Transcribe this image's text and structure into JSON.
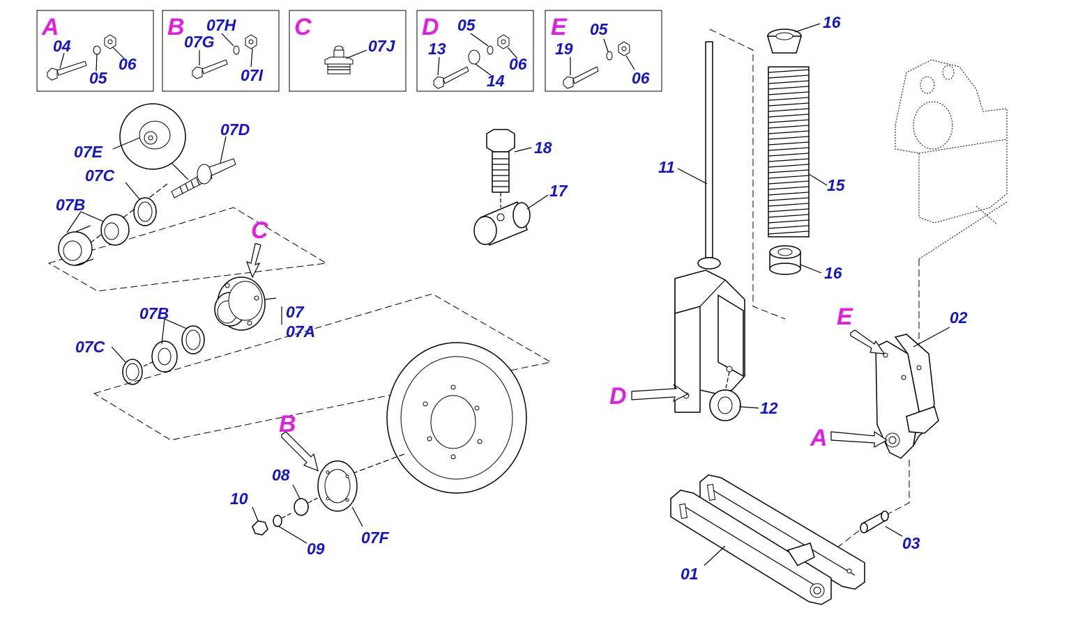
{
  "detail_boxes": [
    {
      "letter": "A",
      "parts": [
        "04",
        "05",
        "06"
      ]
    },
    {
      "letter": "B",
      "parts": [
        "07H",
        "07G",
        "07I"
      ]
    },
    {
      "letter": "C",
      "parts": [
        "07J"
      ]
    },
    {
      "letter": "D",
      "parts": [
        "05",
        "13",
        "06",
        "14"
      ]
    },
    {
      "letter": "E",
      "parts": [
        "05",
        "19",
        "06"
      ]
    }
  ],
  "callouts": {
    "c07E": "07E",
    "c07D": "07D",
    "c07C_top": "07C",
    "c07B_top": "07B",
    "c07": "07",
    "c07A": "07A",
    "c07B_mid": "07B",
    "c07C_mid": "07C",
    "c08": "08",
    "c10": "10",
    "c09": "09",
    "c07F": "07F",
    "c18": "18",
    "c17": "17",
    "c11": "11",
    "c12": "12",
    "c16_top": "16",
    "c15": "15",
    "c16_bot": "16",
    "c02": "02",
    "c03": "03",
    "c01": "01"
  },
  "refs": {
    "rC": "C",
    "rB": "B",
    "rD": "D",
    "rE": "E",
    "rA": "A"
  },
  "colors": {
    "part_number": "#1515c8",
    "reference_letter": "#e020e0"
  }
}
